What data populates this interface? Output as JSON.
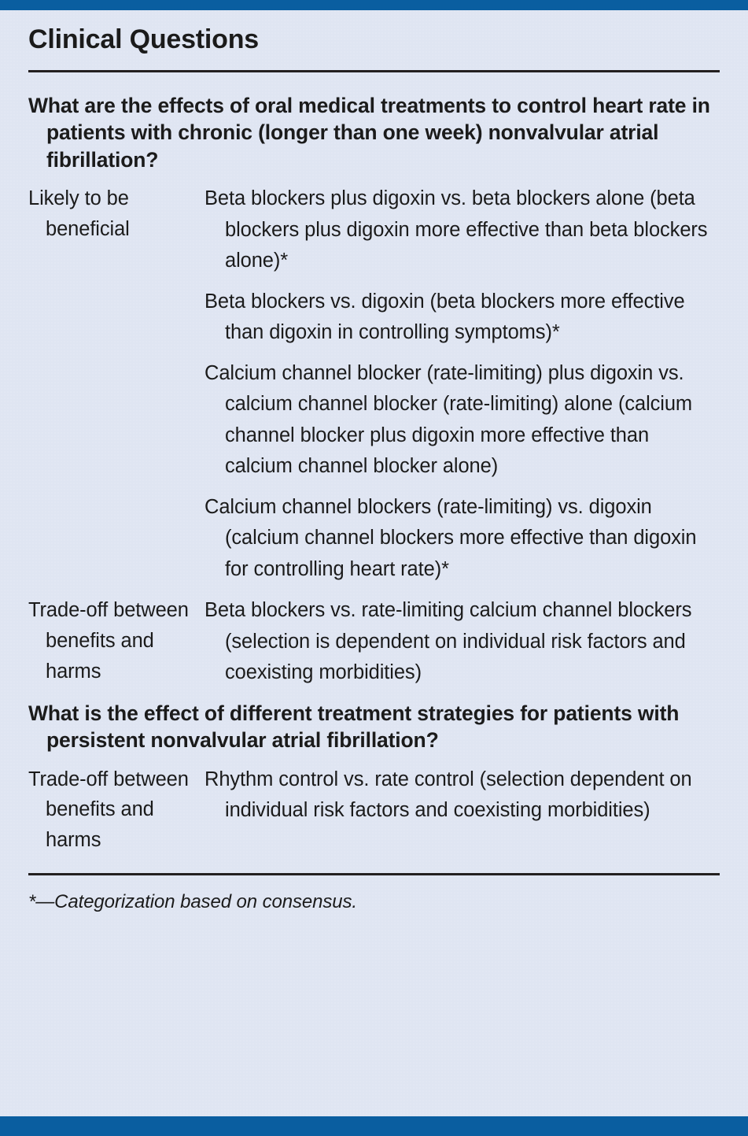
{
  "card": {
    "title": "Clinical Questions",
    "accent_color": "#0a5ea0",
    "background_color": "#dfe5f2",
    "text_color": "#1b1b1b"
  },
  "sections": [
    {
      "question": "What are the effects of oral medical treatments to control heart rate in patients with chronic (longer than one week) nonvalvular atrial fibrillation?",
      "rows": [
        {
          "label": "Likely to be beneficial",
          "entries": [
            "Beta blockers plus digoxin vs. beta blockers alone (beta blockers plus digoxin more effective than beta blockers alone)*",
            "Beta blockers vs. digoxin (beta blockers more effective than digoxin in controlling symptoms)*",
            "Calcium channel blocker (rate-limiting) plus digoxin vs. calcium channel blocker (rate-limiting) alone (calcium channel blocker plus digoxin more effective than calcium channel blocker alone)",
            "Calcium channel blockers (rate-limiting) vs. digoxin (calcium channel blockers more effective than digoxin for controlling heart rate)*"
          ]
        },
        {
          "label": "Trade-off between benefits and harms",
          "entries": [
            "Beta blockers vs. rate-limiting calcium channel blockers (selection is dependent on individual risk factors and coexisting morbidities)"
          ]
        }
      ]
    },
    {
      "question": "What is the effect of different treatment strategies for patients with persistent nonvalvular atrial fibrillation?",
      "rows": [
        {
          "label": "Trade-off between benefits and harms",
          "entries": [
            "Rhythm control vs. rate control (selection dependent on individual risk factors and coexisting morbidities)"
          ]
        }
      ]
    }
  ],
  "footnote": "*—Categorization based on consensus."
}
